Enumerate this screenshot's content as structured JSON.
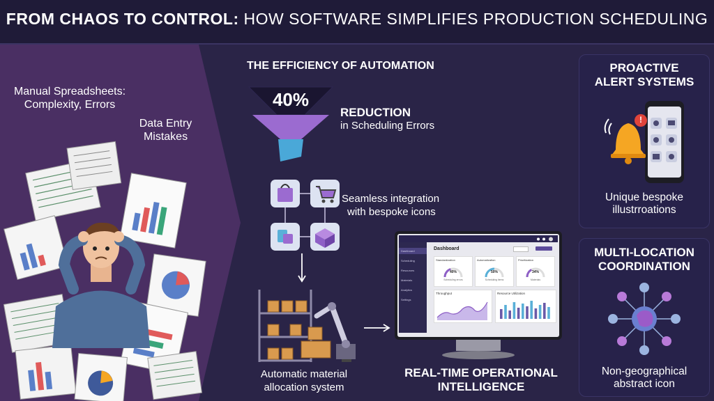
{
  "header": {
    "title_bold": "FROM CHAOS TO CONTROL:",
    "title_light": "HOW SOFTWARE SIMPLIFIES PRODUCTION SCHEDULING"
  },
  "left": {
    "manual_line1": "Manual Spreadsheets:",
    "manual_line2": "Complexity, Errors",
    "data_entry_line1": "Data Entry",
    "data_entry_line2": "Mistakes"
  },
  "efficiency": {
    "title": "THE EFFICIENCY OF AUTOMATION",
    "stat": "40%",
    "reduction_title": "REDUCTION",
    "reduction_sub": "in Scheduling Errors"
  },
  "integration": {
    "line1": "Seamless integration",
    "line2": "with bespoke icons"
  },
  "allocation": {
    "line1": "Automatic material",
    "line2": "allocation system"
  },
  "realtime": {
    "line1": "REAL-TIME OPERATIONAL",
    "line2": "INTELLIGENCE"
  },
  "dashboard": {
    "title": "Dashboard",
    "sidebar": [
      "Dashboard",
      "Scheduling",
      "Resources",
      "Materials",
      "Analytics",
      "Settings"
    ],
    "kpis": [
      {
        "label": "Standardization",
        "value": "40%",
        "sub": "Scheduling errors",
        "fraction": 0.4
      },
      {
        "label": "Automatization",
        "value": "50%",
        "sub": "Scheduling items",
        "fraction": 0.5
      },
      {
        "label": "Prioritization",
        "value": "34%",
        "sub": "Materials",
        "fraction": 0.34
      }
    ],
    "chart1_title": "Throughput",
    "chart2_title": "Resource Utilization"
  },
  "alerts": {
    "title_line1": "PROACTIVE",
    "title_line2": "ALERT SYSTEMS",
    "sub_line1": "Unique bespoke",
    "sub_line2": "illustrroations",
    "badge": "!"
  },
  "multi": {
    "title_line1": "MULTI-LOCATION",
    "title_line2": "COORDINATION",
    "sub_line1": "Non-geographical",
    "sub_line2": "abstract icon"
  },
  "colors": {
    "background": "#2a2447",
    "left_panel": "#4a2f63",
    "purple": "#8e5fc6",
    "blue": "#5ab0d8",
    "orange": "#f5a623"
  }
}
